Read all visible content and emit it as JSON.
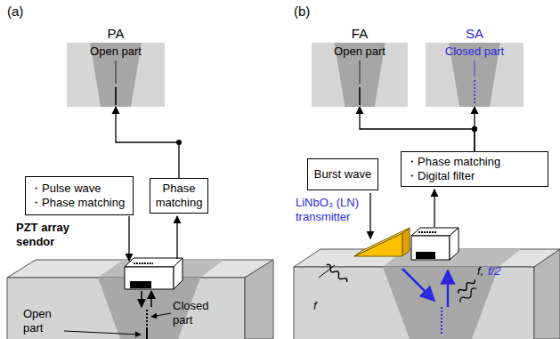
{
  "diagram": {
    "nodes": [
      {
        "text": [
          "PA",
          "Open part"
        ]
      },
      {
        "text": [
          "・Pulse wave",
          "・Phase matching"
        ]
      },
      {
        "text": [
          "Phase matching"
        ]
      },
      {
        "text": [
          "FA",
          "Open part"
        ]
      },
      {
        "text": [
          "SA",
          "Closed part"
        ]
      },
      {
        "text": [
          "Burst wave"
        ]
      },
      {
        "text": [
          "・Phase matching",
          "・Digital filter"
        ]
      }
    ],
    "edges": [
      {
        "from": 2,
        "to": 0,
        "arrow": "to"
      },
      {
        "from": 6,
        "to": 3,
        "arrow": "to"
      },
      {
        "from": 6,
        "to": 4,
        "arrow": "to"
      }
    ],
    "labels": [
      "(a)",
      "(b)",
      "PZT array sendor",
      "Open part",
      "Closed part",
      "LiNbO₃ (LN) transmitter",
      "f",
      "f,",
      "f/2"
    ]
  }
}
